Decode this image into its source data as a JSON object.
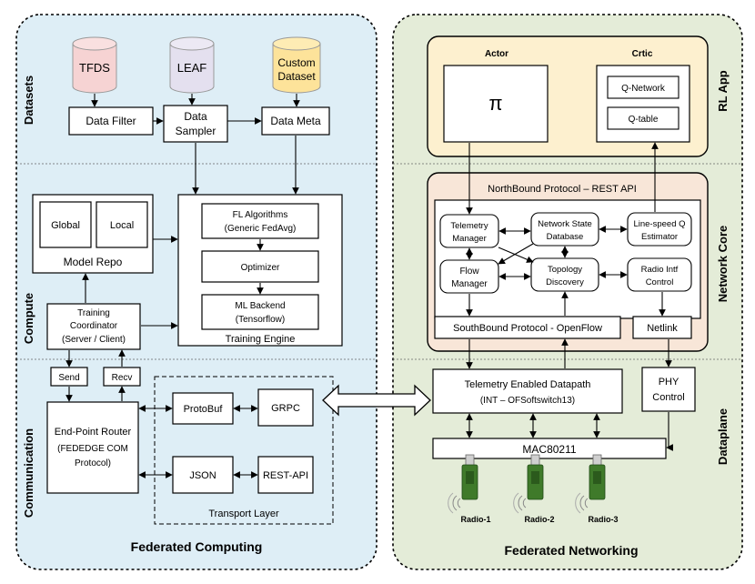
{
  "left_panel": {
    "title": "Federated Computing",
    "sections": {
      "datasets": "Datasets",
      "compute": "Compute",
      "communication": "Communication"
    },
    "datasets": {
      "tfds": "TFDS",
      "leaf": "LEAF",
      "custom_line1": "Custom",
      "custom_line2": "Dataset"
    },
    "pipeline": {
      "filter": "Data Filter",
      "sampler_line1": "Data",
      "sampler_line2": "Sampler",
      "meta": "Data Meta"
    },
    "model_repo": {
      "label": "Model Repo",
      "global": "Global",
      "local": "Local"
    },
    "training_engine": {
      "label": "Training Engine",
      "fl_line1": "FL Algorithms",
      "fl_line2": "(Generic FedAvg)",
      "optimizer": "Optimizer",
      "ml_line1": "ML Backend",
      "ml_line2": "(Tensorflow)"
    },
    "coordinator": {
      "line1": "Training",
      "line2": "Coordinator",
      "line3": "(Server / Client)"
    },
    "send": "Send",
    "recv": "Recv",
    "router": {
      "line1": "End-Point Router",
      "line2": "(FEDEDGE COM",
      "line3": "Protocol)"
    },
    "transport": {
      "label": "Transport Layer",
      "protobuf": "ProtoBuf",
      "grpc": "GRPC",
      "json": "JSON",
      "rest": "REST-API"
    }
  },
  "right_panel": {
    "title": "Federated Networking",
    "sections": {
      "rl_app": "RL App",
      "network_core": "Network Core",
      "dataplane": "Dataplane"
    },
    "rl": {
      "actor": "Actor",
      "critic": "Crtic",
      "pi": "π",
      "qnetwork": "Q-Network",
      "qtable": "Q-table"
    },
    "core": {
      "northbound": "NorthBound Protocol – REST API",
      "telemetry_line1": "Telemetry",
      "telemetry_line2": "Manager",
      "nsd_line1": "Network State",
      "nsd_line2": "Database",
      "lsq_line1": "Line-speed Q",
      "lsq_line2": "Estimator",
      "flow_line1": "Flow",
      "flow_line2": "Manager",
      "topo_line1": "Topology",
      "topo_line2": "Discovery",
      "radio_line1": "Radio Intf",
      "radio_line2": "Control",
      "southbound": "SouthBound Protocol - OpenFlow",
      "netlink": "Netlink"
    },
    "dataplane": {
      "ted_line1": "Telemetry Enabled Datapath",
      "ted_line2": "(INT – OFSoftswitch13)",
      "phy_line1": "PHY",
      "phy_line2": "Control",
      "mac": "MAC80211",
      "radios": [
        "Radio-1",
        "Radio-2",
        "Radio-3"
      ]
    }
  },
  "colors": {
    "left_bg": "#deeef6",
    "right_bg": "#e4ecd8",
    "rl_bg": "#fdf0cf",
    "core_bg": "#f8e6d8",
    "tfds": "#f6d3d3",
    "leaf": "#e4e0ef",
    "custom": "#fde39a",
    "usb_green": "#3f7a2a"
  }
}
